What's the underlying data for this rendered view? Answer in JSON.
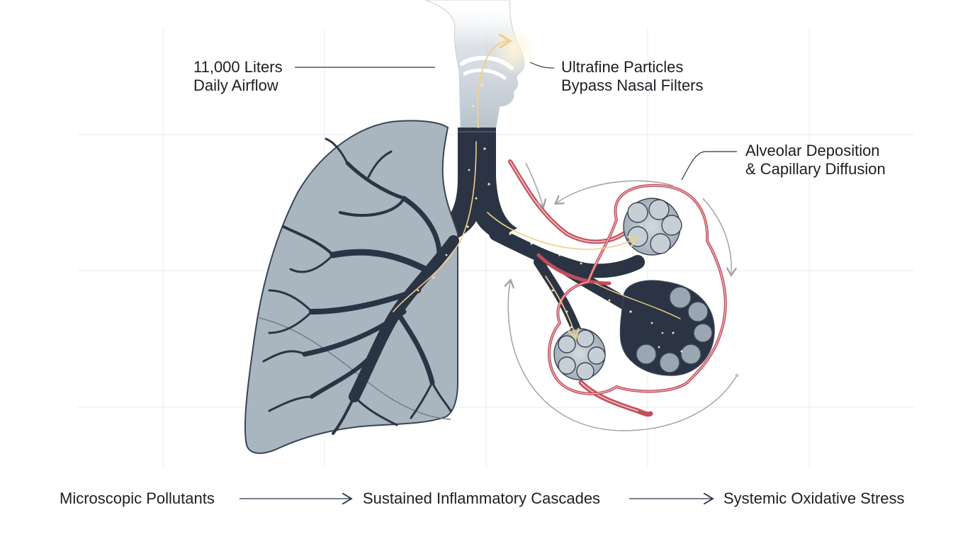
{
  "annotations": {
    "airflow": {
      "line1": "11,000 Liters",
      "line2": "Daily Airflow"
    },
    "ultrafine": {
      "line1": "Ultrafine Particles",
      "line2": "Bypass Nasal Filters"
    },
    "alveolar": {
      "line1": "Alveolar Deposition",
      "line2": "& Capillary Diffusion"
    }
  },
  "flow_chain": {
    "step1": "Microscopic Pollutants",
    "step2": "Sustained Inflammatory Cascades",
    "step3": "Systemic Oxidative Stress"
  },
  "colors": {
    "lung_fill": "#a9b6c0",
    "airway": "#2b3444",
    "vessel": "#c24d5a",
    "particle": "#f4d9a0",
    "grid": "#e8ebee",
    "text": "#1c1f24"
  },
  "icons": {
    "flow_arrows": "arrow-right-icon",
    "cycle_arrows": "curved-arrow-icon"
  }
}
